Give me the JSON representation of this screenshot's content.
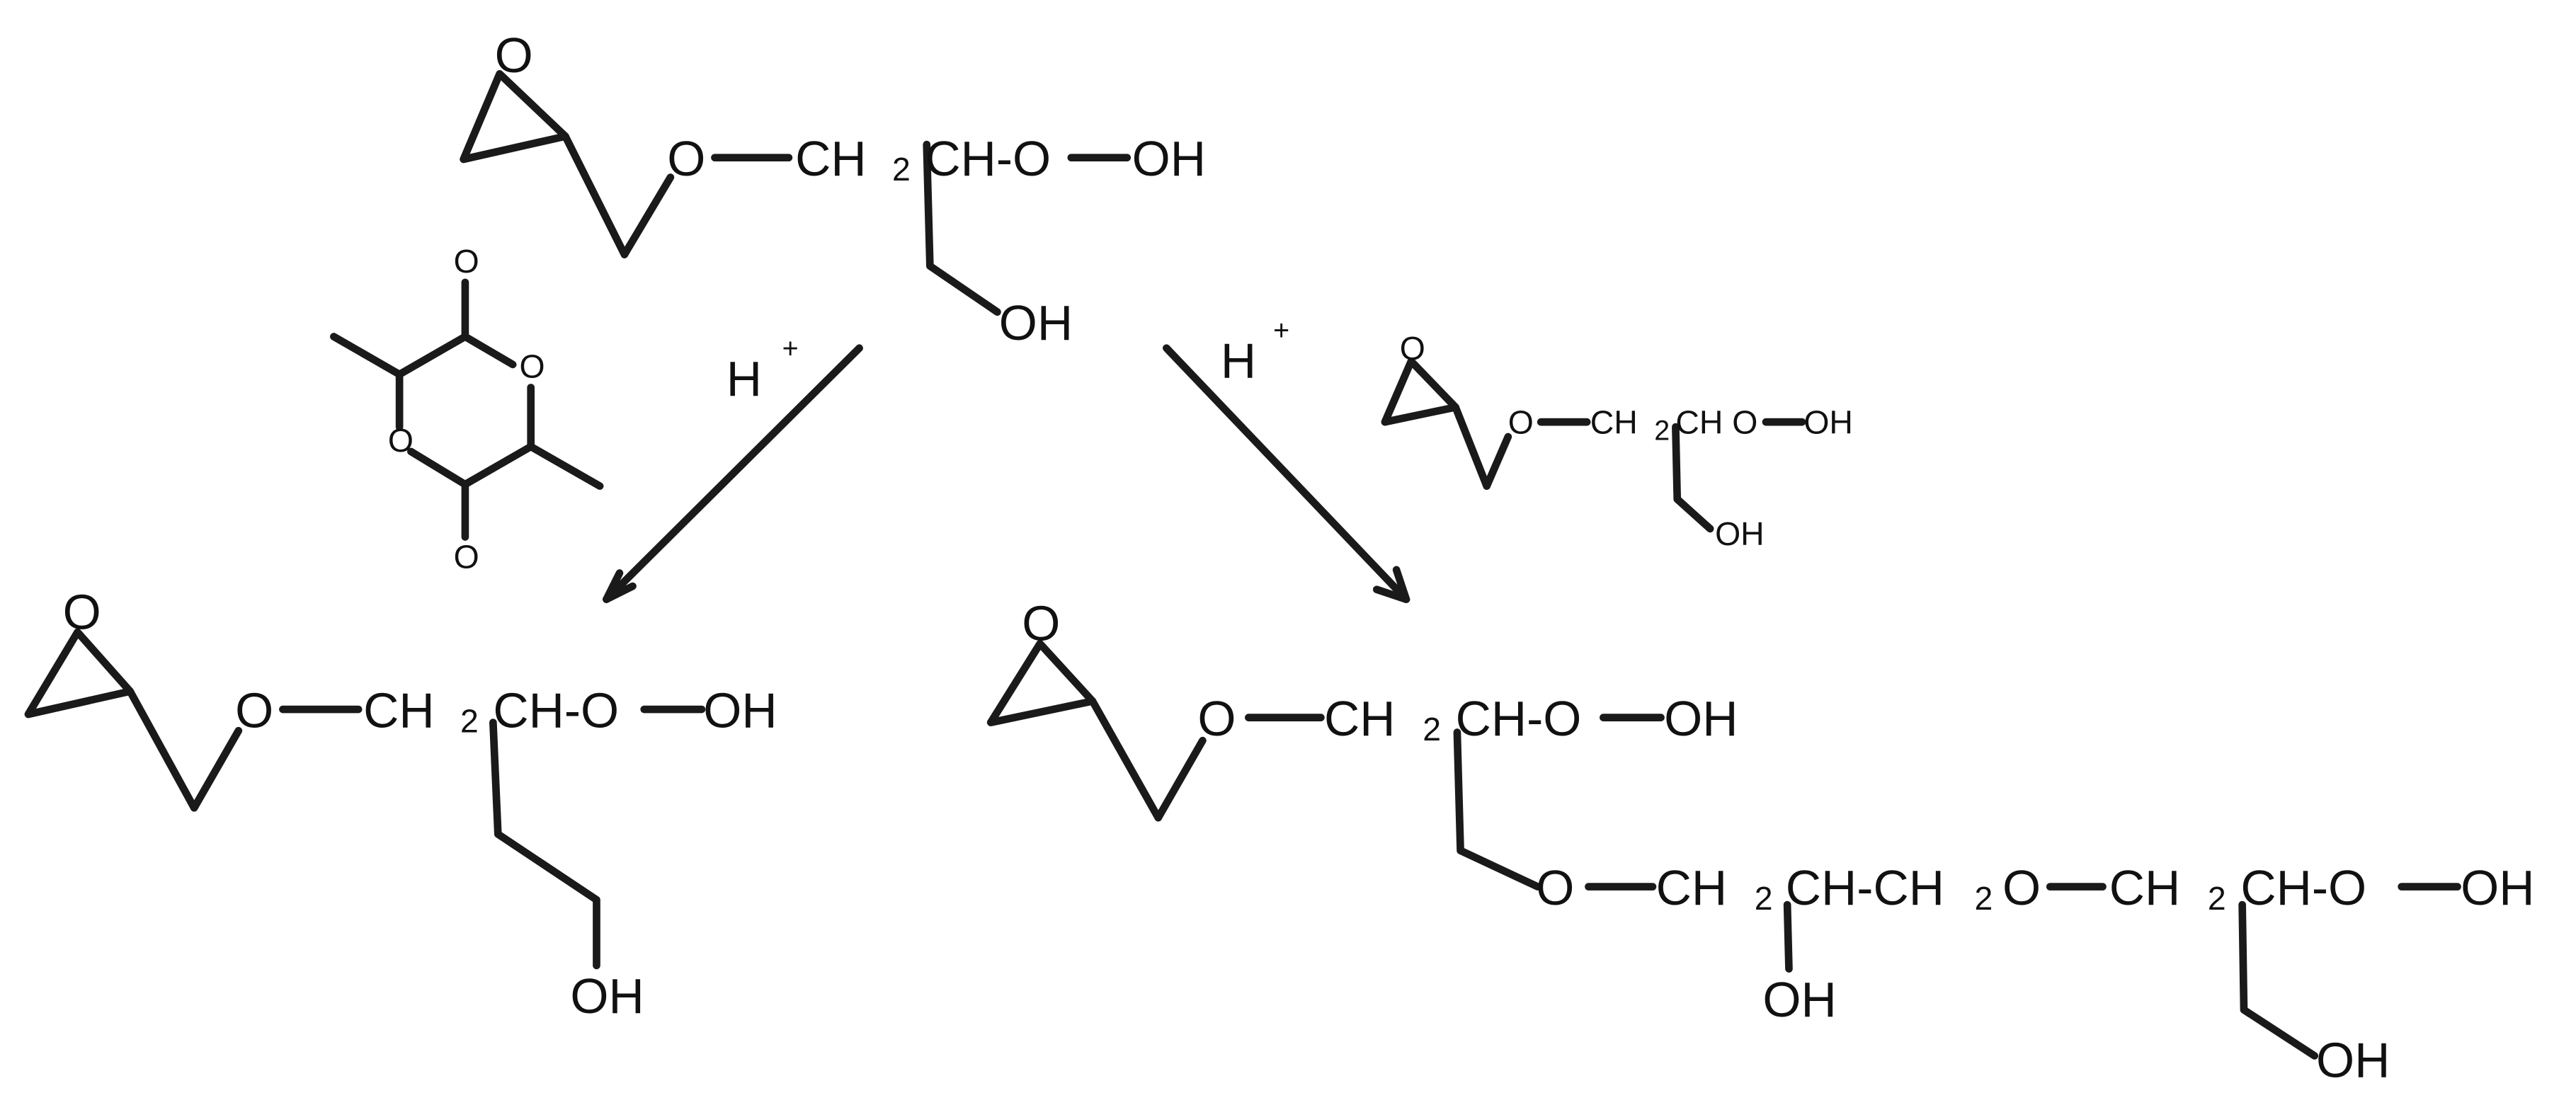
{
  "reactant": {
    "ring_O": "O",
    "ether_O": "O",
    "CH2": "CH",
    "sub2": "2",
    "CH": "CH-O",
    "OOH": "OH",
    "side_OH": "OH"
  },
  "lactide": {
    "O1": "O",
    "O2": "O",
    "O3": "O",
    "O4": "O"
  },
  "catalyst_left": {
    "H": "H",
    "plus": "+"
  },
  "catalyst_right": {
    "H": "H",
    "plus": "+"
  },
  "reagent_small": {
    "ring_O": "O",
    "ether_O": "O",
    "CH2": "CH",
    "sub2": "2",
    "CH": "CH O",
    "OOH": "OH",
    "side_OH": "OH"
  },
  "product_left": {
    "ring_O": "O",
    "ether_O": "O",
    "CH2": "CH",
    "sub2": "2",
    "CH": "CH-O",
    "OOH": "OH",
    "terminal_OH": "OH"
  },
  "product_right": {
    "ring_O": "O",
    "ether_O": "O",
    "CH2": "CH",
    "sub2": "2",
    "CH": "CH-O",
    "OOH": "OH",
    "chain_O1": "O",
    "chain_CH2a": "CH",
    "sub2a": "2",
    "chain_CH": "CH-CH",
    "sub2b": "2",
    "chain_O2": "O",
    "chain_CH2b": "CH",
    "sub2c": "2",
    "chain_CH2": "CH-O",
    "chain_OOH": "OH",
    "mid_OH": "OH",
    "end_OH": "OH"
  },
  "colors": {
    "ink": "#1a1a1a",
    "background": "#ffffff"
  }
}
